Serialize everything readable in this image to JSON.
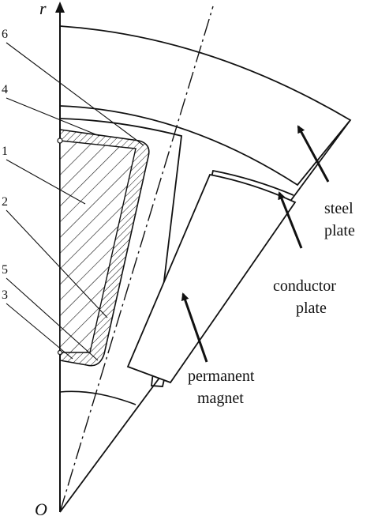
{
  "axis": {
    "r_label": "r",
    "origin_label": "O"
  },
  "part_numbers": [
    "6",
    "4",
    "1",
    "2",
    "5",
    "3"
  ],
  "callouts": {
    "steel_plate": [
      "steel",
      "plate"
    ],
    "conductor_plate": [
      "conductor",
      "plate"
    ],
    "permanent_magnet": [
      "permanent",
      "magnet"
    ]
  },
  "colors": {
    "line": "#111111",
    "background": "#ffffff"
  }
}
